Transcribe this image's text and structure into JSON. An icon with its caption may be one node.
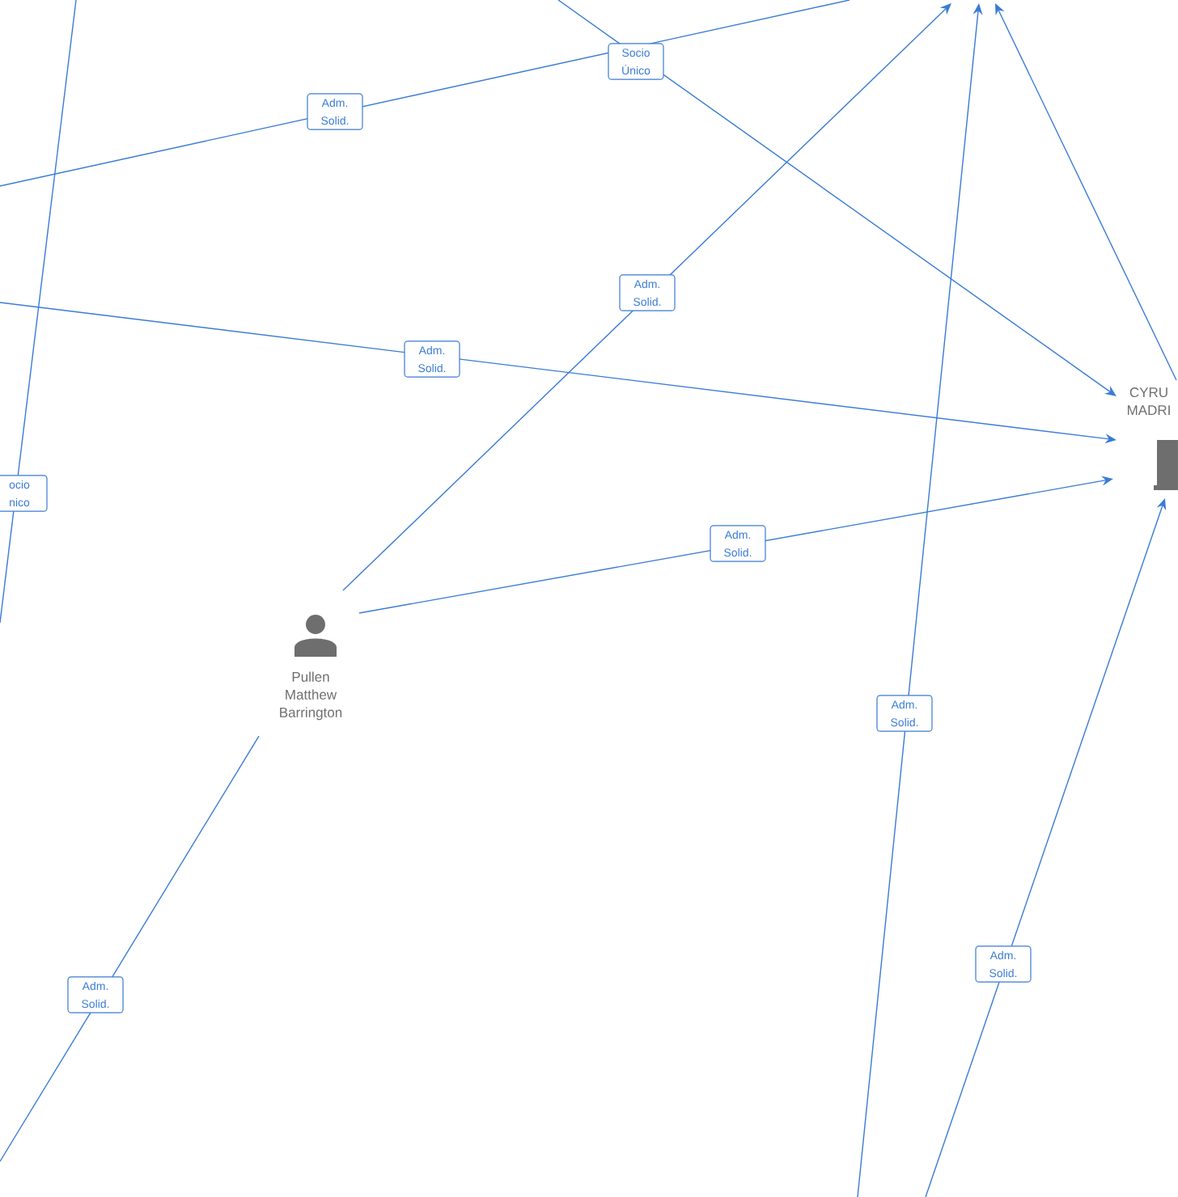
{
  "diagram": {
    "nodes": [
      {
        "text": [
          "Pullen Matthew Barrington"
        ]
      },
      {
        "text": [
          "CYRU MADRI"
        ]
      }
    ],
    "edges": [
      {
        "from": 0,
        "to": null,
        "arrow": "to",
        "label": "Adm. Solid."
      },
      {
        "from": 0,
        "to": 1,
        "arrow": "to",
        "label": "Adm. Solid."
      },
      {
        "from": 0,
        "to": null,
        "arrow": "none",
        "label": "Adm. Solid."
      },
      {
        "from": null,
        "to": 1,
        "arrow": "to",
        "label": "Adm. Solid."
      },
      {
        "from": null,
        "to": 1,
        "arrow": "to",
        "label": "Socio Único"
      },
      {
        "from": 1,
        "to": null,
        "arrow": "to"
      },
      {
        "from": null,
        "to": 1,
        "arrow": "to",
        "label": "Adm. Solid."
      }
    ],
    "labels": [
      "Adm. Solid.",
      "ocio nico",
      "Adm. Solid."
    ]
  }
}
